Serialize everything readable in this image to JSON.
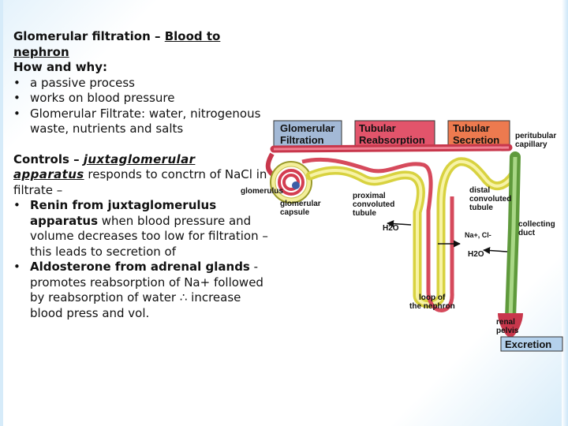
{
  "slide": {
    "title_part1": "Glomerular filtration – ",
    "title_link": "Blood to nephron",
    "how_heading": "How and why:",
    "how_bullets": [
      "a passive process",
      "works on blood pressure",
      "Glomerular Filtrate: water, nitrogenous waste, nutrients and salts"
    ],
    "controls_lead": "Controls – ",
    "controls_term": "juxtaglomerular",
    "controls_term2": "apparatus",
    "controls_rest": " responds to conctrn of NaCl in filtrate –",
    "bullet_renin_bold": "Renin from juxtaglomerulus apparatus",
    "bullet_renin_rest": " when blood pressure and volume decreases too low for filtration – this leads to secretion of",
    "bullet_aldo_bold": "Aldosterone from adrenal glands",
    "bullet_aldo_rest": " - promotes reabsorption of Na+ followed by reabsorption of water ∴ increase blood press and vol."
  },
  "diagram": {
    "headers": {
      "filtration": [
        "Glomerular",
        "Filtration"
      ],
      "reabsorption": [
        "Tubular",
        "Reabsorption"
      ],
      "secretion": [
        "Tubular",
        "Secretion"
      ]
    },
    "labels": {
      "peritubular": [
        "peritubular",
        "capillary"
      ],
      "glomerulus": "glomerulus",
      "capsule": [
        "glomerular",
        "capsule"
      ],
      "proximal": [
        "proximal",
        "convoluted",
        "tubule"
      ],
      "distal": [
        "distal",
        "convoluted",
        "tubule"
      ],
      "collecting": [
        "collecting",
        "duct"
      ],
      "loop": [
        "loop of",
        "the nephron"
      ],
      "pelvis": [
        "renal",
        "pelvis"
      ],
      "excretion": "Excretion",
      "h2o_left": "H2O",
      "na_cl": "Na+, Cl-",
      "h2o_right": "H2O"
    },
    "colors": {
      "filtration_header": "#a3b9d6",
      "reabsorption_header": "#e2546b",
      "secretion_header": "#ed7a4f",
      "excretion_box": "#b4d1ec",
      "tubule": "#e8e86a",
      "capillary": "#d64a5c",
      "collecting_duct": "#6ea64a"
    }
  }
}
